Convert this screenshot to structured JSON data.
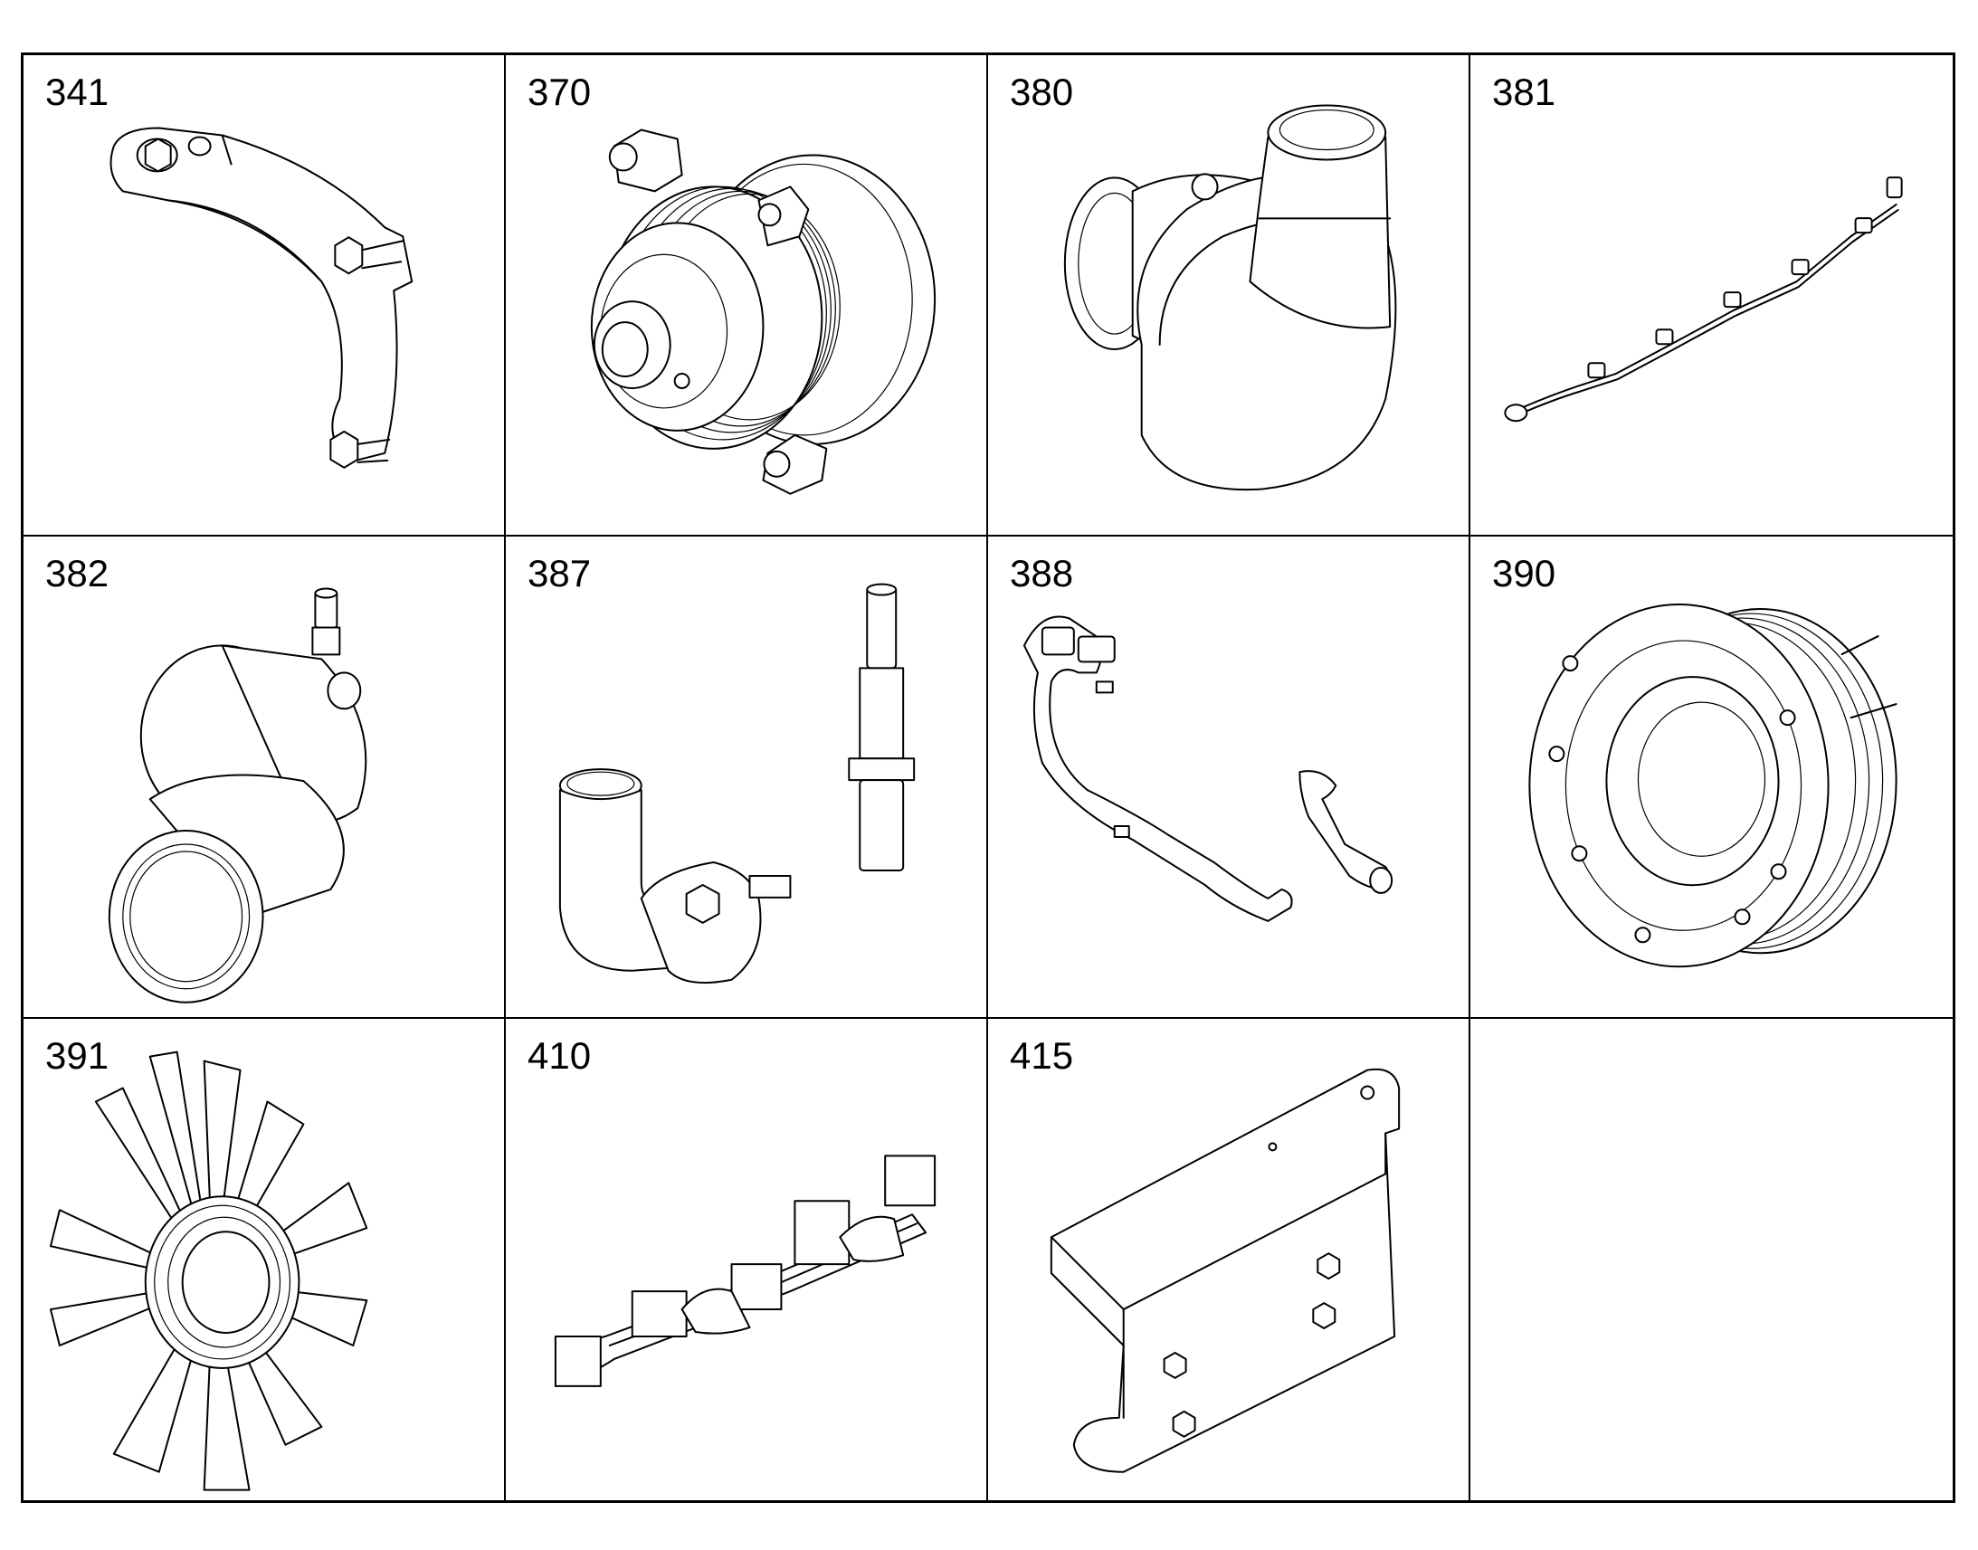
{
  "parts": [
    {
      "number": "341",
      "icon": "bracket-icon"
    },
    {
      "number": "370",
      "icon": "water-pump-icon"
    },
    {
      "number": "380",
      "icon": "turbocharger-icon"
    },
    {
      "number": "381",
      "icon": "wiring-harness-icon"
    },
    {
      "number": "382",
      "icon": "elbow-pipe-clamp-icon"
    },
    {
      "number": "387",
      "icon": "coolant-pipe-and-sensor-icon"
    },
    {
      "number": "388",
      "icon": "cable-harness-icon"
    },
    {
      "number": "390",
      "icon": "pulley-hub-icon"
    },
    {
      "number": "391",
      "icon": "fan-icon"
    },
    {
      "number": "410",
      "icon": "exhaust-manifold-icon"
    },
    {
      "number": "415",
      "icon": "heat-shield-icon"
    },
    {
      "number": "",
      "icon": ""
    }
  ]
}
